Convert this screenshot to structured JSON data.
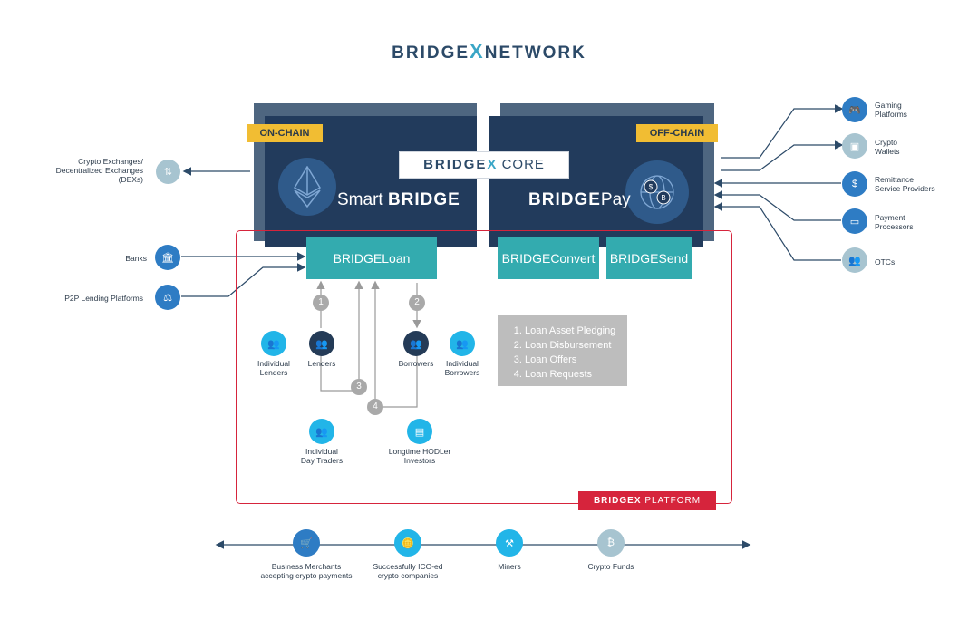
{
  "header": {
    "logo_left": "BRIDGE",
    "logo_x": "X",
    "logo_right": "NETWORK"
  },
  "on_chain": {
    "tag": "ON-CHAIN",
    "title_light": "Smart ",
    "title_bold": "BRIDGE",
    "icon": "ethereum-icon"
  },
  "off_chain": {
    "tag": "OFF-CHAIN",
    "title_bold": "BRIDGE",
    "title_light": "Pay",
    "icon": "globe-coins-icon"
  },
  "core": {
    "left": "BRIDGE",
    "x": "X",
    "right": "CORE"
  },
  "products": {
    "loan": "BRIDGELoan",
    "convert": "BRIDGEConvert",
    "send": "BRIDGESend"
  },
  "left_nodes": {
    "exchanges": "Crypto Exchanges/\nDecentralized Exchanges\n(DEXs)",
    "banks": "Banks",
    "p2p": "P2P Lending Platforms"
  },
  "right_nodes": {
    "gaming": "Gaming\nPlatforms",
    "wallets": "Crypto\nWallets",
    "remittance": "Remittance\nService Providers",
    "payment": "Payment\nProcessors",
    "otcs": "OTCs"
  },
  "inner_nodes": {
    "individual_lenders": "Individual\nLenders",
    "lenders": "Lenders",
    "borrowers": "Borrowers",
    "individual_borrowers": "Individual\nBorrowers",
    "day_traders": "Individual\nDay Traders",
    "hodler": "Longtime HODLer\nInvestors"
  },
  "steps": [
    "1",
    "2",
    "3",
    "4"
  ],
  "legend": [
    "Loan Asset Pledging",
    "Loan Disbursement",
    "Loan Offers",
    "Loan Requests"
  ],
  "platform": {
    "left": "BRIDGE",
    "x": "X",
    "right": "PLATFORM"
  },
  "bottom_nodes": {
    "merchants": "Business Merchants\naccepting crypto payments",
    "ico": "Successfully ICO-ed\ncrypto companies",
    "miners": "Miners",
    "funds": "Crypto Funds"
  },
  "colors": {
    "navy": "#223b5c",
    "teal": "#33abaf",
    "gold": "#f1bd33",
    "red": "#d6243c",
    "blue": "#2e7cc4",
    "sky": "#22b5e8"
  }
}
